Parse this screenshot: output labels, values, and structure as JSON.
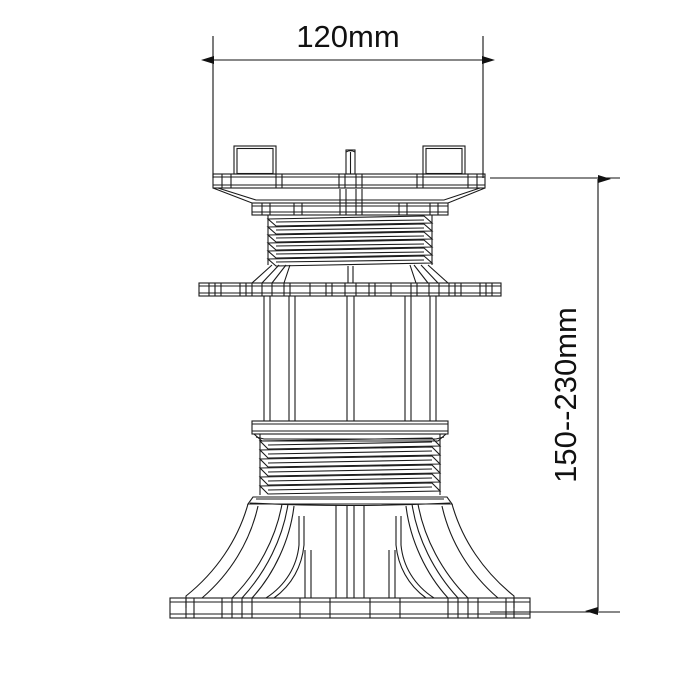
{
  "drawing": {
    "title": "Adjustable Pedestal Technical Drawing",
    "background_color": "#ffffff",
    "line_color": "#1a1a1a",
    "dimension_color": "#111111"
  },
  "dimensions": {
    "width": {
      "label": "120mm",
      "value": 120,
      "unit": "mm",
      "orientation": "horizontal",
      "position": "top"
    },
    "height": {
      "label": "150--230mm",
      "value_min": 150,
      "value_max": 230,
      "unit": "mm",
      "orientation": "vertical",
      "position": "right"
    }
  },
  "components": {
    "top_plate": "top-plate",
    "spacer_tabs": "spacer-tabs",
    "center_pin": "center-pin",
    "upper_thread": "upper-threaded-section",
    "mid_flange": "middle-flange-disc",
    "column": "ribbed-column",
    "lower_thread": "lower-threaded-section",
    "base_cone": "conical-base",
    "base_plate": "base-plate"
  }
}
